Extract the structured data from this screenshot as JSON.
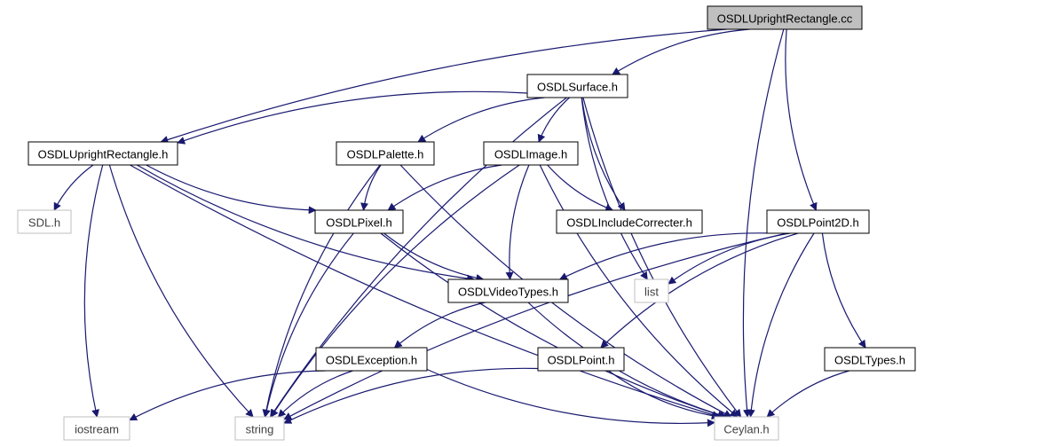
{
  "diagram": {
    "colors": {
      "edge": "#191970",
      "root_fill": "#bfbfbf",
      "node_border": "#000000",
      "external_border": "#bfbfbf",
      "text": "#000000",
      "external_text": "#404040"
    },
    "nodes": [
      {
        "id": "root",
        "label": "OSDLUprightRectangle.cc",
        "kind": "root"
      },
      {
        "id": "surface",
        "label": "OSDLSurface.h",
        "kind": "header"
      },
      {
        "id": "rect",
        "label": "OSDLUprightRectangle.h",
        "kind": "header"
      },
      {
        "id": "palette",
        "label": "OSDLPalette.h",
        "kind": "header"
      },
      {
        "id": "image",
        "label": "OSDLImage.h",
        "kind": "header"
      },
      {
        "id": "sdl",
        "label": "SDL.h",
        "kind": "external"
      },
      {
        "id": "pixel",
        "label": "OSDLPixel.h",
        "kind": "header"
      },
      {
        "id": "incl",
        "label": "OSDLIncludeCorrecter.h",
        "kind": "header"
      },
      {
        "id": "point2d",
        "label": "OSDLPoint2D.h",
        "kind": "header"
      },
      {
        "id": "videotypes",
        "label": "OSDLVideoTypes.h",
        "kind": "header"
      },
      {
        "id": "list",
        "label": "list",
        "kind": "external"
      },
      {
        "id": "exception",
        "label": "OSDLException.h",
        "kind": "header"
      },
      {
        "id": "point",
        "label": "OSDLPoint.h",
        "kind": "header"
      },
      {
        "id": "types",
        "label": "OSDLTypes.h",
        "kind": "header"
      },
      {
        "id": "iostream",
        "label": "iostream",
        "kind": "external"
      },
      {
        "id": "string",
        "label": "string",
        "kind": "external"
      },
      {
        "id": "ceylan",
        "label": "Ceylan.h",
        "kind": "external"
      }
    ],
    "edges": [
      [
        "root",
        "surface"
      ],
      [
        "root",
        "rect"
      ],
      [
        "root",
        "point2d"
      ],
      [
        "root",
        "ceylan"
      ],
      [
        "surface",
        "rect"
      ],
      [
        "surface",
        "palette"
      ],
      [
        "surface",
        "image"
      ],
      [
        "surface",
        "incl"
      ],
      [
        "surface",
        "list"
      ],
      [
        "surface",
        "string"
      ],
      [
        "surface",
        "ceylan"
      ],
      [
        "rect",
        "sdl"
      ],
      [
        "rect",
        "pixel"
      ],
      [
        "rect",
        "videotypes"
      ],
      [
        "rect",
        "iostream"
      ],
      [
        "rect",
        "string"
      ],
      [
        "rect",
        "ceylan"
      ],
      [
        "palette",
        "pixel"
      ],
      [
        "palette",
        "string"
      ],
      [
        "palette",
        "ceylan"
      ],
      [
        "image",
        "pixel"
      ],
      [
        "image",
        "incl"
      ],
      [
        "image",
        "videotypes"
      ],
      [
        "image",
        "string"
      ],
      [
        "image",
        "ceylan"
      ],
      [
        "pixel",
        "videotypes"
      ],
      [
        "pixel",
        "string"
      ],
      [
        "pixel",
        "ceylan"
      ],
      [
        "point2d",
        "videotypes"
      ],
      [
        "point2d",
        "list"
      ],
      [
        "point2d",
        "point"
      ],
      [
        "point2d",
        "types"
      ],
      [
        "point2d",
        "string"
      ],
      [
        "point2d",
        "ceylan"
      ],
      [
        "videotypes",
        "exception"
      ],
      [
        "videotypes",
        "ceylan"
      ],
      [
        "exception",
        "iostream"
      ],
      [
        "exception",
        "string"
      ],
      [
        "exception",
        "ceylan"
      ],
      [
        "point",
        "string"
      ],
      [
        "point",
        "ceylan"
      ],
      [
        "types",
        "ceylan"
      ]
    ]
  }
}
